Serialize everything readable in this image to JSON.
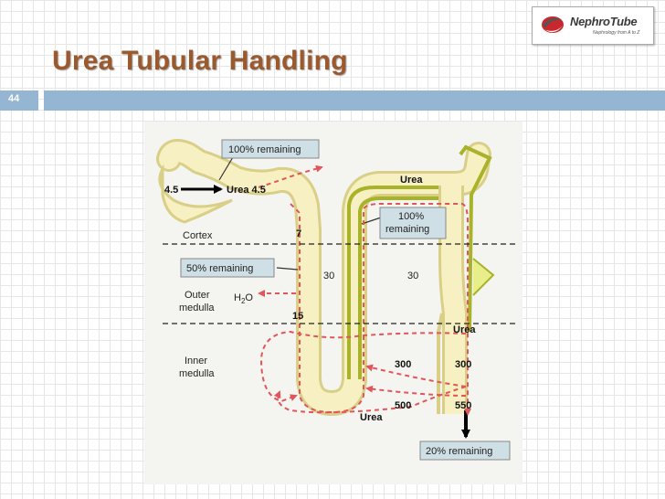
{
  "logo": {
    "name": "NephroTube",
    "tagline": "Nephrology from A to Z"
  },
  "title": "Urea Tubular Handling",
  "slide_number": "44",
  "diagram": {
    "zones": {
      "cortex": "Cortex",
      "outer_medulla_1": "Outer",
      "outer_medulla_2": "medulla",
      "inner_medulla_1": "Inner",
      "inner_medulla_2": "medulla"
    },
    "boxes": {
      "remaining_100_top": "100% remaining",
      "remaining_50": "50% remaining",
      "remaining_100_dt_1": "100%",
      "remaining_100_dt_2": "remaining",
      "remaining_20": "20% remaining"
    },
    "labels": {
      "filtered": "4.5",
      "urea_filtered": "Urea 4.5",
      "water": "H",
      "water_sub": "2",
      "water_end": "O",
      "urea_top": "Urea",
      "urea_cd": "Urea",
      "urea_bottom": "Urea",
      "conc_7": "7",
      "conc_15": "15",
      "interstitium_30_a": "30",
      "interstitium_30_b": "30",
      "interstitium_300_a": "300",
      "interstitium_300_b": "300",
      "interstitium_500": "500",
      "interstitium_550": "550"
    }
  }
}
